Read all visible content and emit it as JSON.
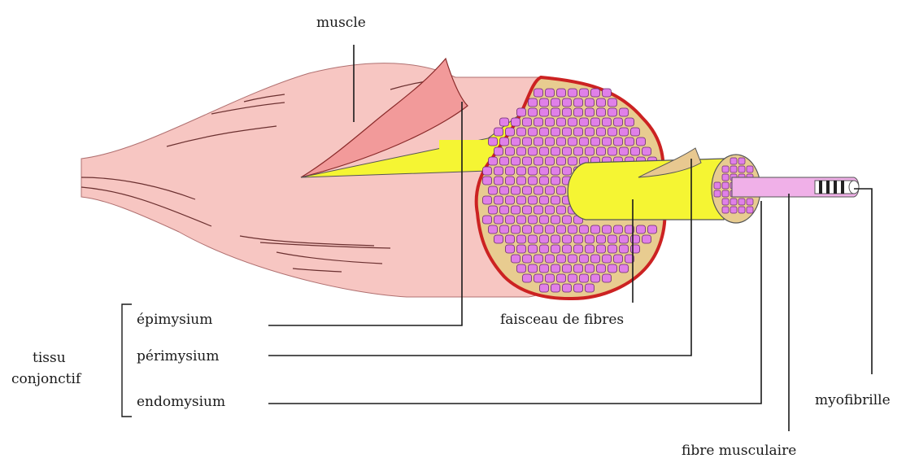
{
  "labels": {
    "muscle": "muscle",
    "epimysium": "épimysium",
    "perimysium": "périmysium",
    "endomysium": "endomysium",
    "tissue_line1": "tissu",
    "tissue_line2": "conjonctif",
    "fascicle": "faisceau de fibres",
    "myofibril": "myofibrille",
    "muscle_fiber": "fibre musculaire"
  },
  "colors": {
    "muscle_body": "#f7c6c2",
    "epimysium_flap": "#f29a9a",
    "epimysium_border": "#cc2222",
    "fascicle_yellow": "#f5f533",
    "fiber_cell": "#e080e8",
    "connective_tissue": "#e8cc90",
    "fiber_pink": "#f0b0e8",
    "line": "#1a1a1a"
  }
}
